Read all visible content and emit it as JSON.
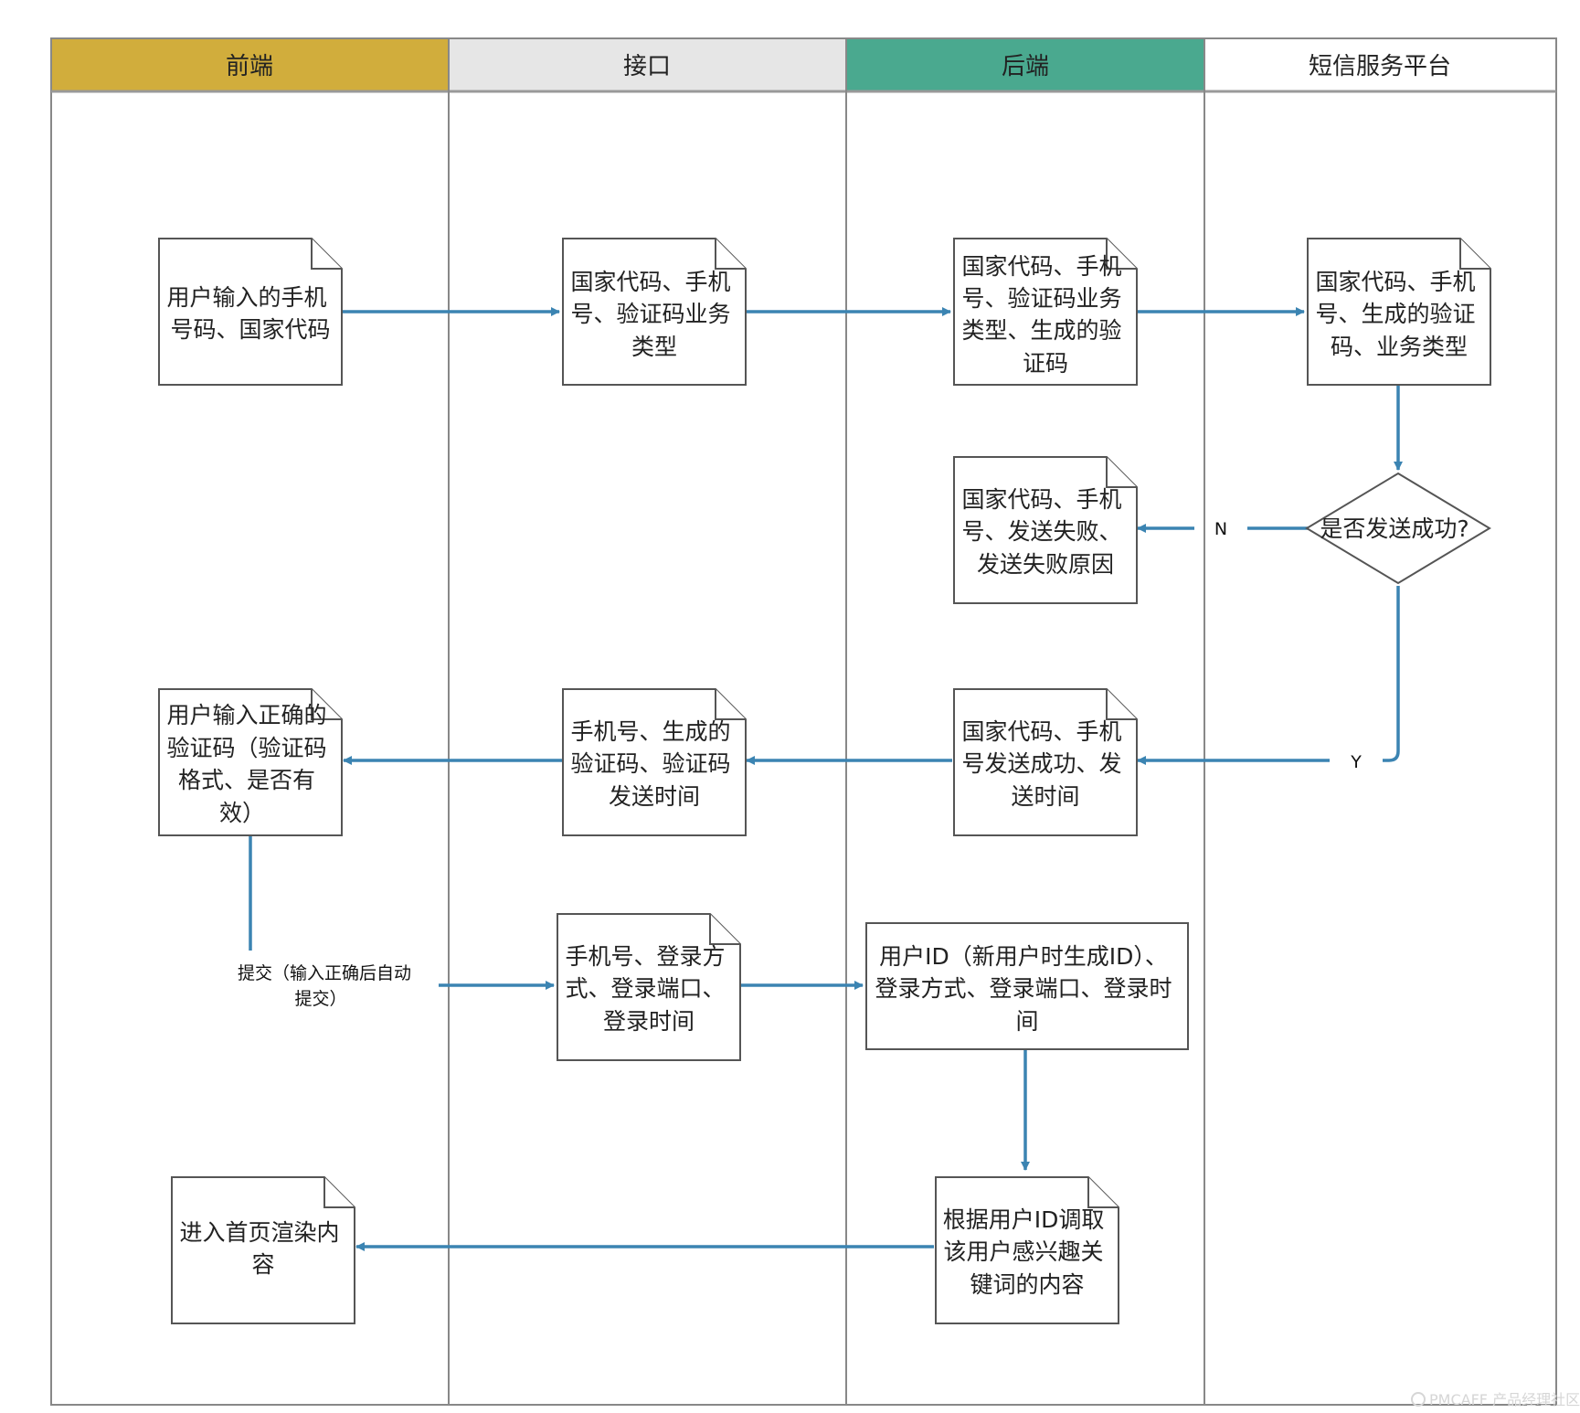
{
  "lanes": [
    {
      "id": "frontend",
      "label": "前端",
      "color": "#d1ad3c"
    },
    {
      "id": "interface",
      "label": "接口",
      "color": "#e6e6e6"
    },
    {
      "id": "backend",
      "label": "后端",
      "color": "#4aa98f"
    },
    {
      "id": "sms",
      "label": "短信服务平台",
      "color": "#ffffff"
    }
  ],
  "colors": {
    "edge": "#3b84b2",
    "border": "#555555"
  },
  "nodes": {
    "input_phone": {
      "type": "document",
      "lines": [
        "用户输入的手机",
        "号码、国家代码"
      ]
    },
    "api_request": {
      "type": "document",
      "lines": [
        "国家代码、手机",
        "号、验证码业务",
        "类型"
      ]
    },
    "backend_generate": {
      "type": "document",
      "lines": [
        "国家代码、手机",
        "号、验证码业务",
        "类型、生成的验",
        "证码"
      ]
    },
    "sms_payload": {
      "type": "document",
      "lines": [
        "国家代码、手机",
        "号、生成的验证",
        "码、业务类型"
      ]
    },
    "send_success_q": {
      "type": "decision",
      "lines": [
        "是否发送成功?"
      ]
    },
    "send_fail": {
      "type": "document",
      "lines": [
        "国家代码、手机",
        "号、发送失败、",
        "发送失败原因"
      ]
    },
    "send_ok": {
      "type": "document",
      "lines": [
        "国家代码、手机",
        "号发送成功、发",
        "送时间"
      ]
    },
    "api_response": {
      "type": "document",
      "lines": [
        "手机号、生成的",
        "验证码、验证码",
        "发送时间"
      ]
    },
    "input_code": {
      "type": "document",
      "lines": [
        "用户输入正确的",
        "验证码（验证码",
        "格式、是否有",
        "效）"
      ]
    },
    "login_request": {
      "type": "document",
      "lines": [
        "手机号、登录方",
        "式、登录端口、",
        "登录时间"
      ]
    },
    "login_record": {
      "type": "process",
      "lines": [
        "用户ID（新用户时生成ID）、",
        "登录方式、登录端口、登录时",
        "间"
      ]
    },
    "fetch_content": {
      "type": "document",
      "lines": [
        "根据用户ID调取",
        "该用户感兴趣关",
        "键词的内容"
      ]
    },
    "home_render": {
      "type": "document",
      "lines": [
        "进入首页渲染内",
        "容"
      ]
    }
  },
  "edges": [
    {
      "from": "input_phone",
      "to": "api_request"
    },
    {
      "from": "api_request",
      "to": "backend_generate"
    },
    {
      "from": "backend_generate",
      "to": "sms_payload"
    },
    {
      "from": "sms_payload",
      "to": "send_success_q"
    },
    {
      "from": "send_success_q",
      "to": "send_fail",
      "label": "N"
    },
    {
      "from": "send_success_q",
      "to": "send_ok",
      "label": "Y"
    },
    {
      "from": "send_ok",
      "to": "api_response"
    },
    {
      "from": "api_response",
      "to": "input_code"
    },
    {
      "from": "input_code",
      "to": "login_request",
      "label_lines": [
        "提交（输入正确后自动",
        "提交）"
      ]
    },
    {
      "from": "login_request",
      "to": "login_record"
    },
    {
      "from": "login_record",
      "to": "fetch_content"
    },
    {
      "from": "fetch_content",
      "to": "home_render"
    }
  ],
  "watermark": "PMCAFF 产品经理社区"
}
